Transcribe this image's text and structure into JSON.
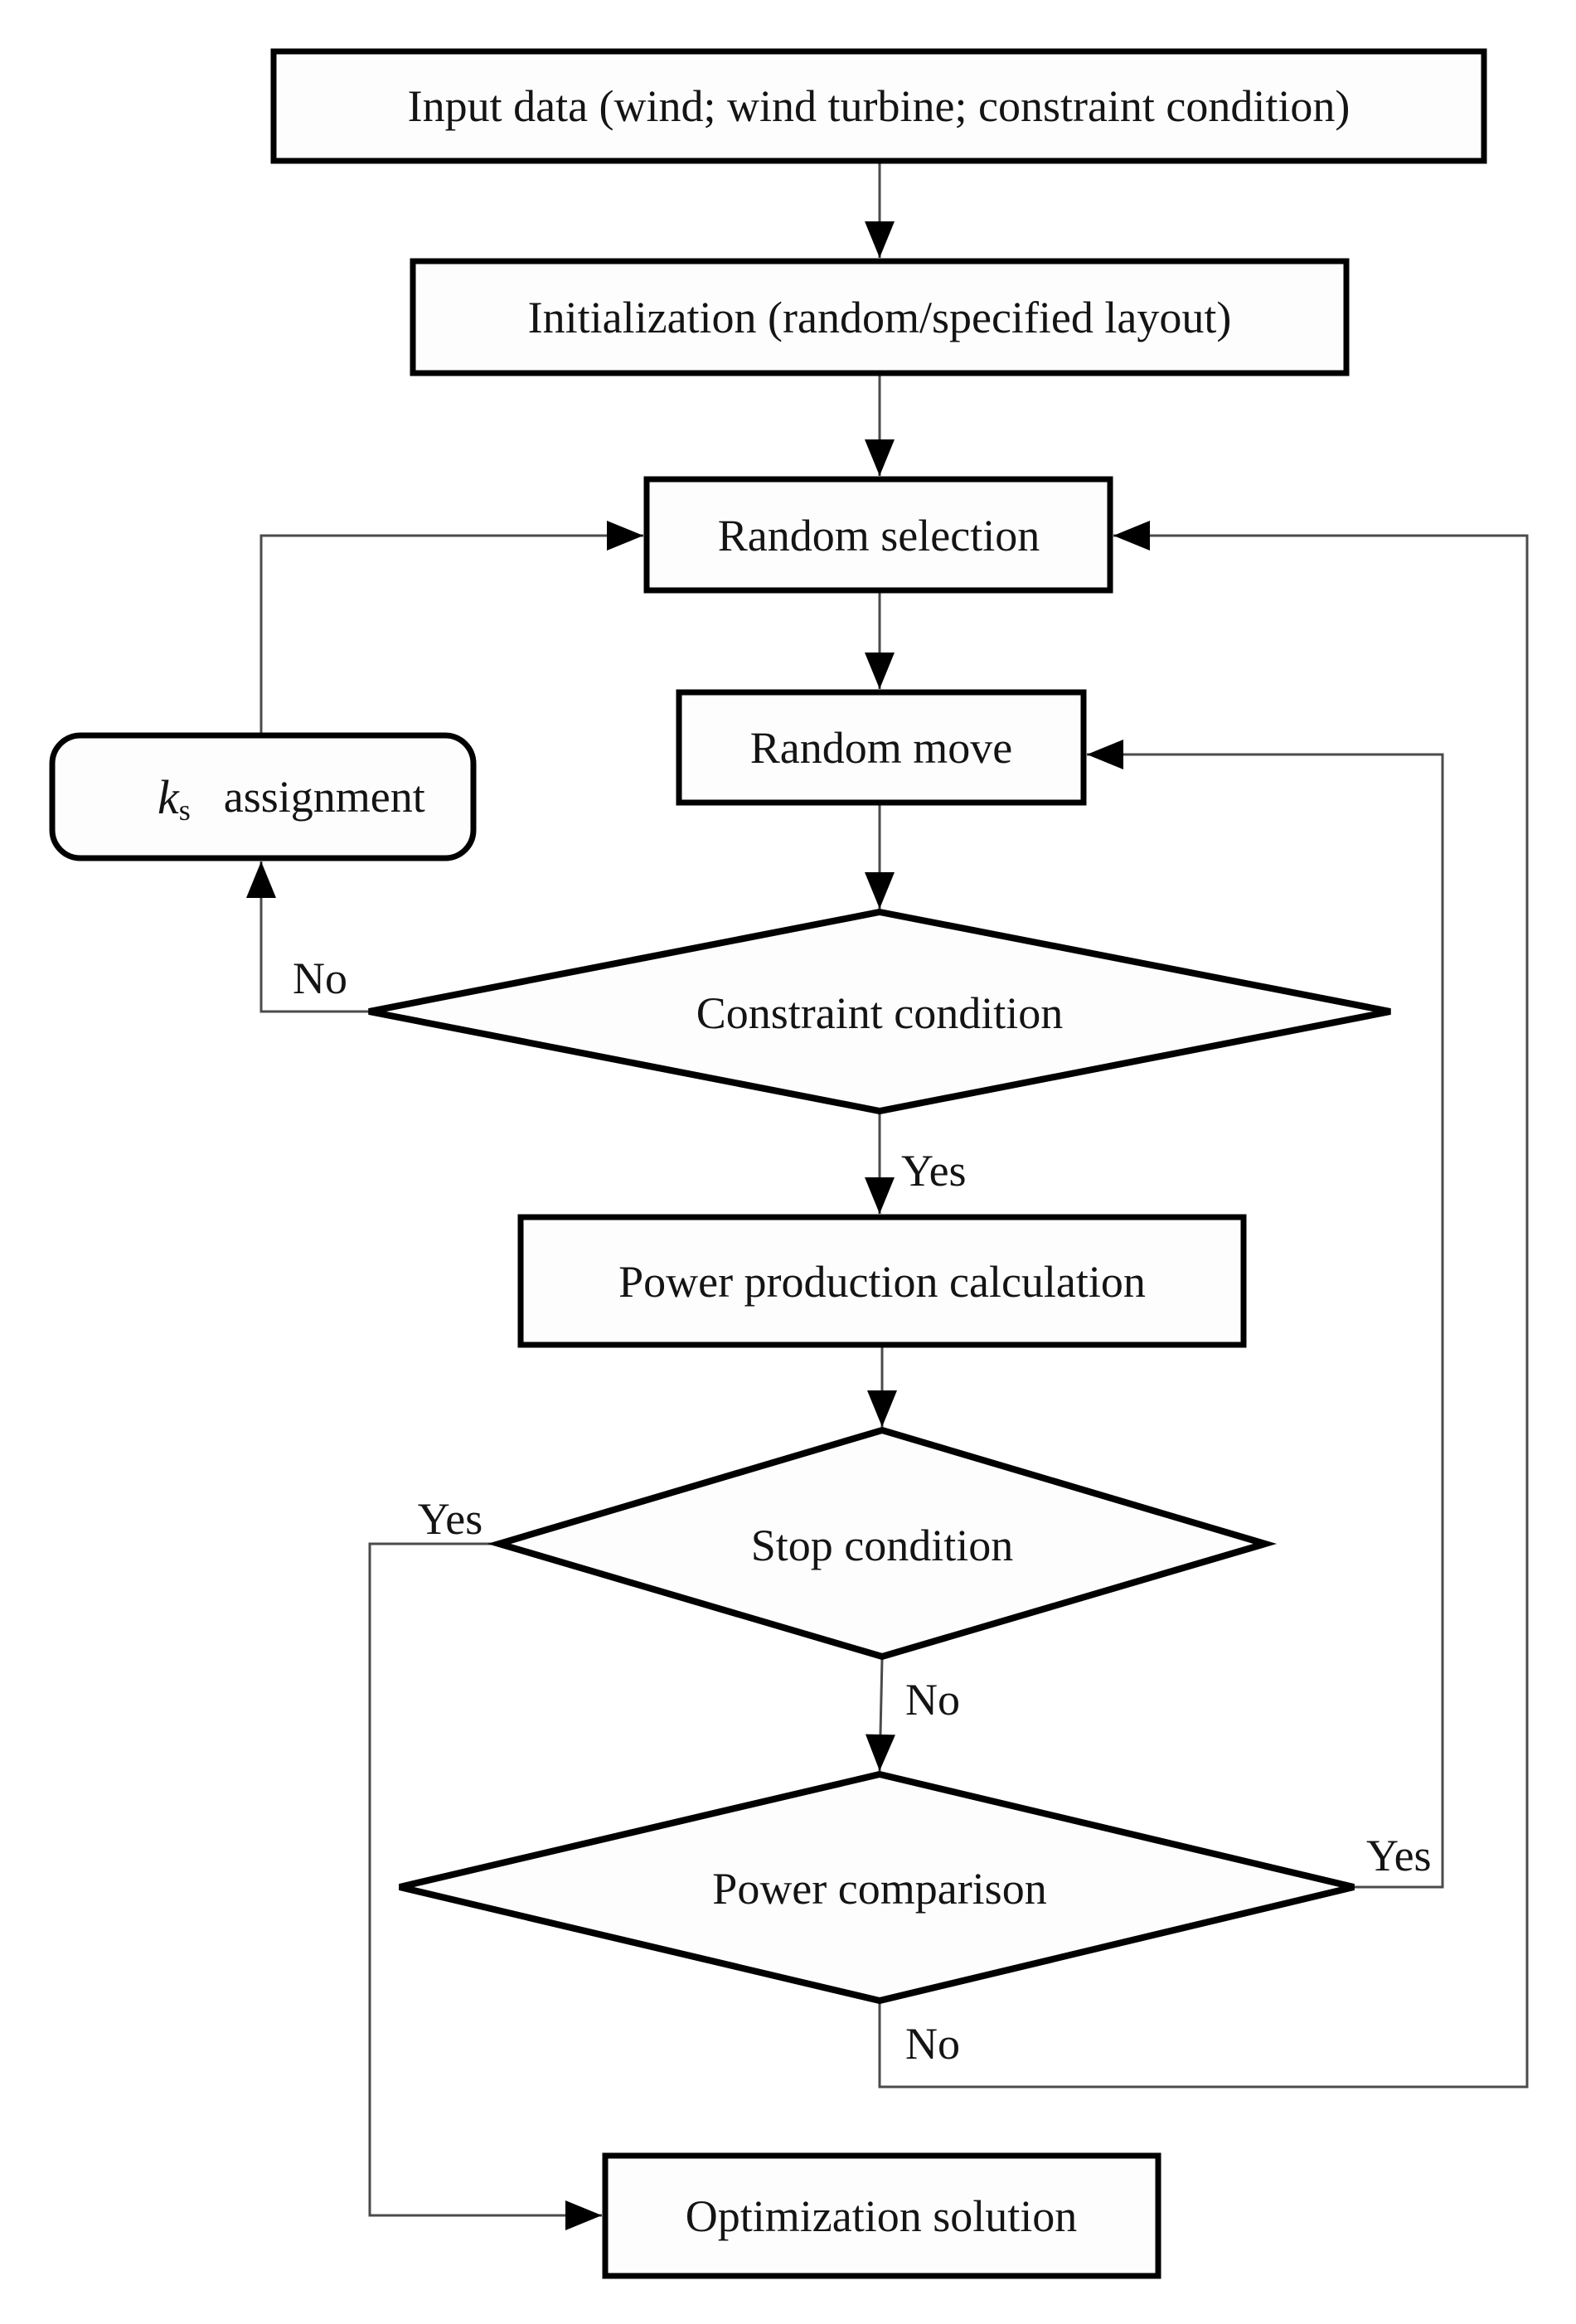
{
  "diagram": {
    "type": "flowchart",
    "nodes": {
      "input_data": {
        "label": "Input data (wind; wind turbine; constraint condition)",
        "shape": "rectangle"
      },
      "initialization": {
        "label": "Initialization (random/specified layout)",
        "shape": "rectangle"
      },
      "random_selection": {
        "label": "Random selection",
        "shape": "rectangle"
      },
      "random_move": {
        "label": "Random move",
        "shape": "rectangle"
      },
      "ks_assignment": {
        "label_var": "k",
        "label_subscript": "s",
        "label_rest": "assignment",
        "shape": "rounded-rectangle"
      },
      "constraint_condition": {
        "label": "Constraint condition",
        "shape": "diamond"
      },
      "power_production_calc": {
        "label": "Power production calculation",
        "shape": "rectangle"
      },
      "stop_condition": {
        "label": "Stop condition",
        "shape": "diamond"
      },
      "power_comparison": {
        "label": "Power comparison",
        "shape": "diamond"
      },
      "optimization_solution": {
        "label": "Optimization solution",
        "shape": "rectangle"
      }
    },
    "edge_labels": {
      "constraint_no": "No",
      "constraint_yes": "Yes",
      "stop_yes": "Yes",
      "stop_no": "No",
      "comparison_yes": "Yes",
      "comparison_no": "No"
    },
    "colors": {
      "background": "#ffffff",
      "shape_fill": "#fdfdfd",
      "shape_border": "#000000",
      "connector": "#4b4b4b",
      "text": "#141414"
    }
  }
}
